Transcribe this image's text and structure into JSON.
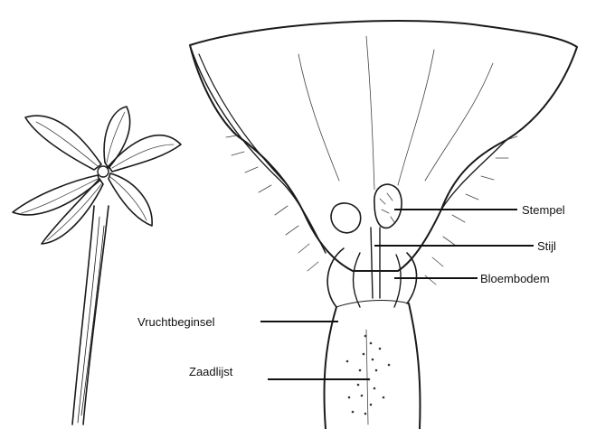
{
  "labels": {
    "stempel": "Stempel",
    "stijl": "Stijl",
    "bloembodem": "Bloembodem",
    "vruchtbeginsel": "Vruchtbeginsel",
    "zaadlijst": "Zaadlijst"
  }
}
